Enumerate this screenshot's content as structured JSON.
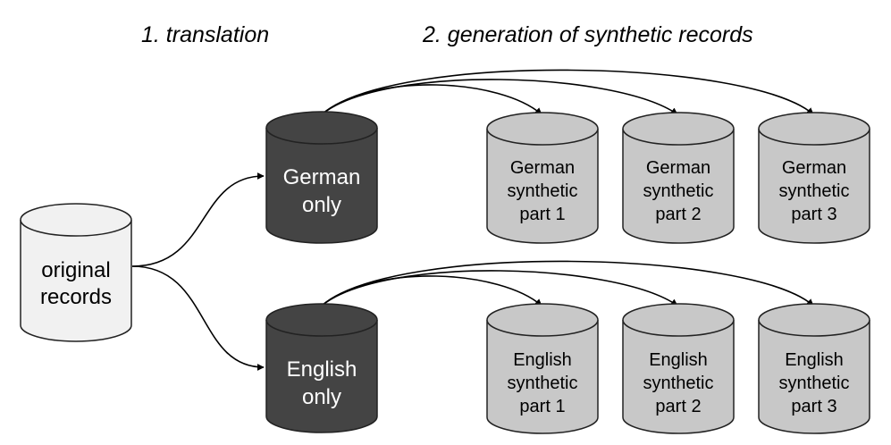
{
  "headings": {
    "step1": "1. translation",
    "step2": "2. generation of synthetic records"
  },
  "colors": {
    "original_fill": "#f1f1f1",
    "language_fill": "#444444",
    "synthetic_fill": "#c8c8c8",
    "stroke": "#222222",
    "edge": "#000000"
  },
  "nodes": {
    "original": {
      "lines": [
        "original",
        "records"
      ]
    },
    "german_only": {
      "lines": [
        "German",
        "only"
      ]
    },
    "english_only": {
      "lines": [
        "English",
        "only"
      ]
    },
    "german_parts": [
      {
        "lines": [
          "German",
          "synthetic",
          "part 1"
        ]
      },
      {
        "lines": [
          "German",
          "synthetic",
          "part 2"
        ]
      },
      {
        "lines": [
          "German",
          "synthetic",
          "part 3"
        ]
      }
    ],
    "english_parts": [
      {
        "lines": [
          "English",
          "synthetic",
          "part 1"
        ]
      },
      {
        "lines": [
          "English",
          "synthetic",
          "part 2"
        ]
      },
      {
        "lines": [
          "English",
          "synthetic",
          "part 3"
        ]
      }
    ]
  }
}
